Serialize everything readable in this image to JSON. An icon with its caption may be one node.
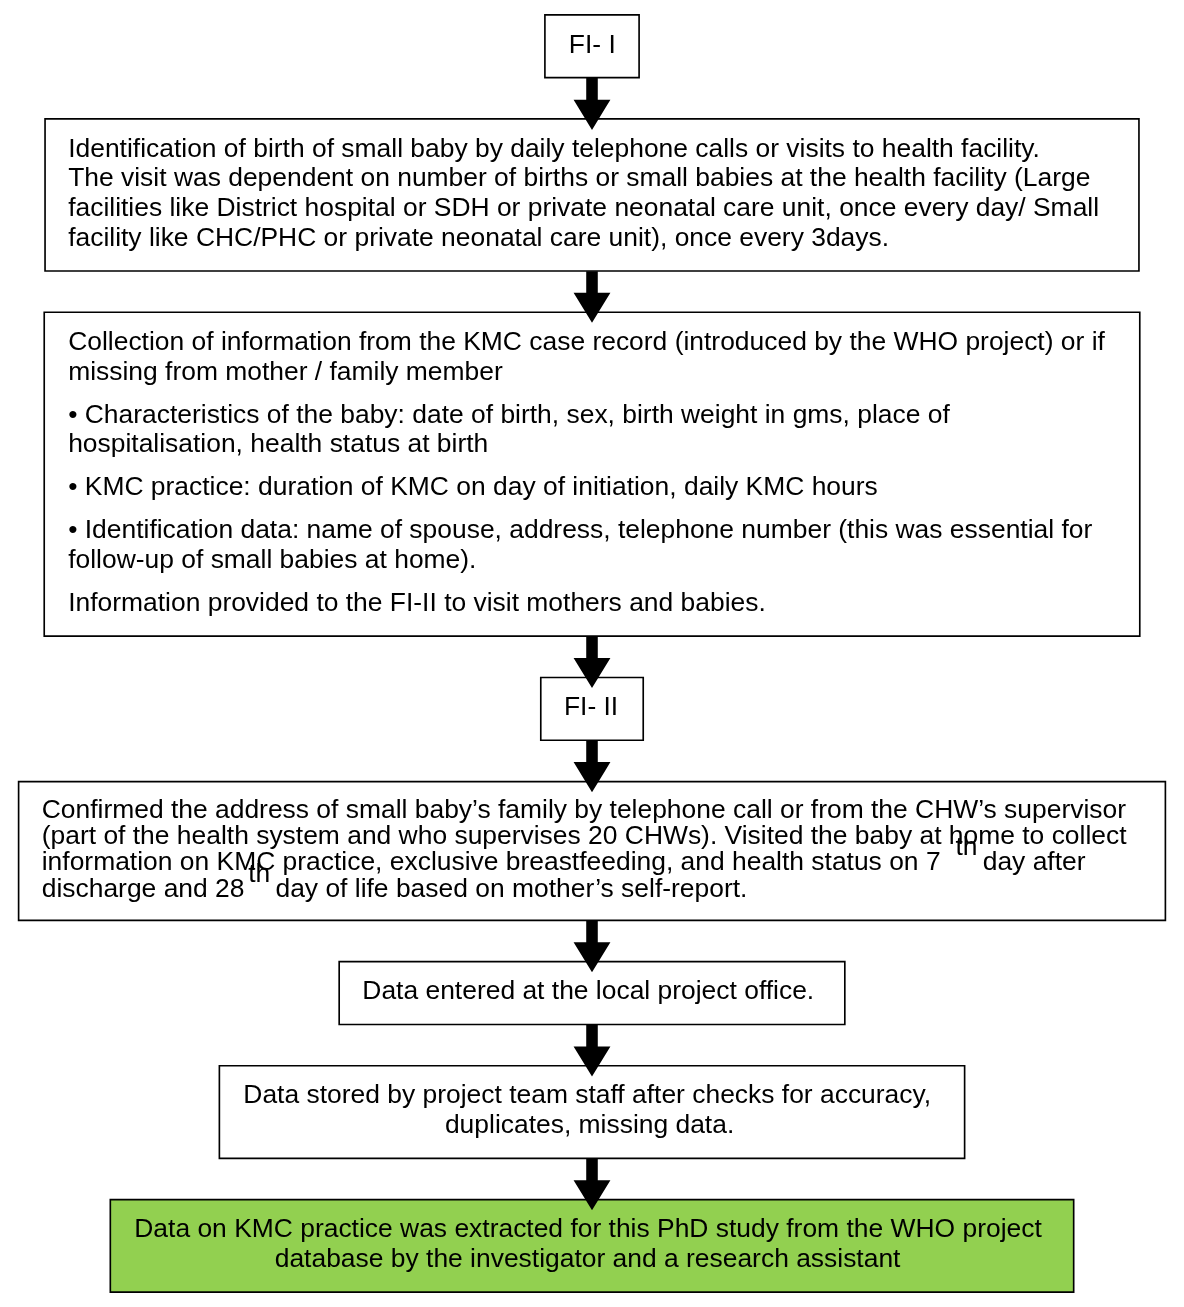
{
  "diagram": {
    "nodes": [
      {
        "text": [
          "FI- I"
        ]
      },
      {
        "text": [
          "Identification of birth of small baby by daily telephone calls or visits to health facility. The visit was dependent on number of births or small babies at the health facility (Large facilities like District hospital or SDH or private neonatal care unit, once every day/ Small facility like CHC/PHC or private neonatal care unit), once every 3days."
        ]
      },
      {
        "text": [
          "Collection of information from the KMC case record (introduced by the WHO project) or if missing from mother / family member",
          "• Characteristics of the baby: date of birth, sex, birth weight in gms, place of hospitalisation, health status at birth",
          "• KMC practice: duration of KMC on day of initiation, daily KMC hours",
          "• Identification data: name of spouse, address, telephone number (this was essential for follow-up of small babies at home).",
          "Information provided to the FI-II to visit mothers and babies."
        ]
      },
      {
        "text": [
          "FI- II"
        ]
      },
      {
        "text": [
          "Confirmed the address of small baby’s family by telephone call or from the CHW’s supervisor (part of the health system and who supervises 20 CHWs). Visited the baby at home to collect information on KMC practice, exclusive breastfeeding, and health status on 7$^{th}$ day after discharge and 28$^{th}$ day of life based on mother’s self-report."
        ]
      },
      {
        "text": [
          "Data entered at the local project office."
        ]
      },
      {
        "text": [
          "Data stored by project team staff after checks for accuracy, duplicates, missing data."
        ]
      },
      {
        "text": [
          "Data on KMC practice was extracted for this PhD study from the WHO project database by the investigator and a research assistant"
        ]
      }
    ],
    "edges": [
      {
        "from": 0,
        "to": 1,
        "arrow": "to"
      },
      {
        "from": 1,
        "to": 2,
        "arrow": "to"
      },
      {
        "from": 2,
        "to": 3,
        "arrow": "to"
      },
      {
        "from": 3,
        "to": 4,
        "arrow": "to"
      },
      {
        "from": 4,
        "to": 5,
        "arrow": "to"
      },
      {
        "from": 5,
        "to": 6,
        "arrow": "to"
      },
      {
        "from": 6,
        "to": 7,
        "arrow": "to"
      }
    ]
  }
}
